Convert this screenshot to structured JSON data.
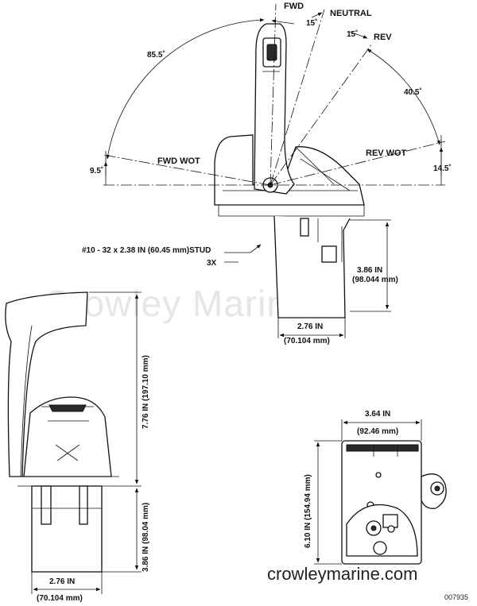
{
  "watermark": "Crowley Marine",
  "website": "crowleymarine.com",
  "figure_number": "007935",
  "top_view": {
    "positions": {
      "fwd": "FWD",
      "neutral": "NEUTRAL",
      "rev": "REV",
      "fwd_wot": "FWD WOT",
      "rev_wot": "REV WOT"
    },
    "angles": {
      "fwd_to_neutral": "15˚",
      "neutral_to_rev": "15˚",
      "fwd_arc": "85.5˚",
      "rev_arc": "40.5˚",
      "fwd_wot_below": "9.5˚",
      "rev_wot_below": "14.5˚"
    },
    "stud_callout": "#10 - 32 x 2.38 IN (60.45 mm)STUD",
    "stud_qty": "3X",
    "height_in": "3.86 IN",
    "height_mm": "(98.044 mm)",
    "width_in": "2.76 IN",
    "width_mm": "(70.104 mm)"
  },
  "side_view": {
    "total_height": "7.76 IN (197.10 mm)",
    "lower_height": "3.86 IN (98.04 mm)",
    "width_in": "2.76 IN",
    "width_mm": "(70.104 mm)"
  },
  "back_view": {
    "width_in": "3.64 IN",
    "width_mm": "(92.46 mm)",
    "height": "6.10 IN (154.94 mm)"
  }
}
